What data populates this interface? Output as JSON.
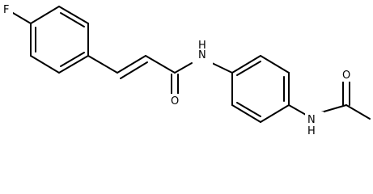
{
  "atoms": {
    "fluorine": "F",
    "amide_nitrogen_1": "N",
    "amide_hydrogen_1": "H",
    "carbonyl_oxygen_1": "O",
    "amide_nitrogen_2": "N",
    "amide_hydrogen_2": "H",
    "carbonyl_oxygen_2": "O"
  },
  "colors": {
    "bond": "#000000",
    "text": "#000000",
    "background": "#ffffff"
  }
}
